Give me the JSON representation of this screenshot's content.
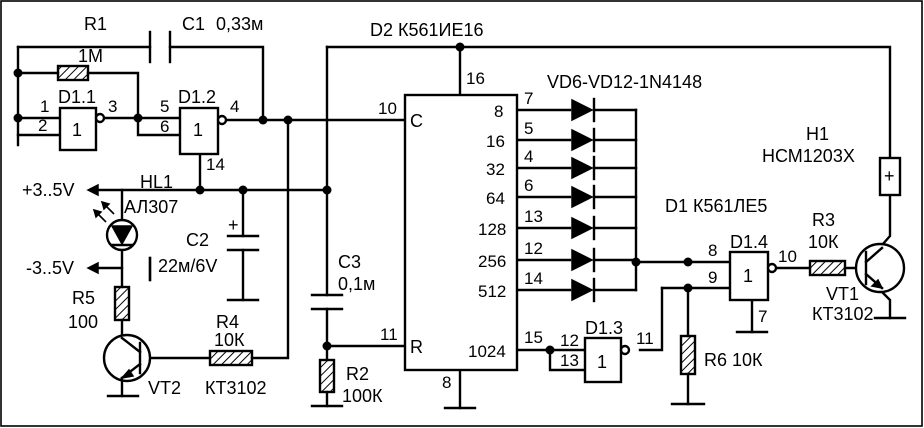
{
  "labels": {
    "r1": "R1",
    "r1_value": "1M",
    "c1": "C1",
    "c1_value": "0,33м",
    "d2": "D2 К561ИЕ16",
    "vd": "VD6-VD12-1N4148",
    "h1": "H1",
    "h1_part": "НСМ1203Х",
    "d1": "D1 К561ЛЕ5",
    "r3": "R3",
    "r3_value": "10К",
    "vt1": "VT1",
    "vt1_part": "КТ3102",
    "supply_pos": "+3..5V",
    "supply_neg": "-3..5V",
    "hl1": "HL1",
    "hl1_part": "АЛ307",
    "c2": "C2",
    "c2_value": "22м/6V",
    "c3": "C3",
    "c3_value": "0,1м",
    "r2": "R2",
    "r2_value": "100К",
    "r4": "R4",
    "r4_value": "10К",
    "r5": "R5",
    "r5_value": "100",
    "vt2": "VT2",
    "vt2_part": "КТ3102",
    "r6": "R6 10К",
    "d11": "D1.1",
    "d12": "D1.2",
    "d13": "D1.3",
    "d14": "D1.4",
    "gate_one": "1",
    "counter_c": "C",
    "counter_r": "R",
    "plus": "+",
    "minus": "-"
  },
  "pins": {
    "p1": "1",
    "p2": "2",
    "p3": "3",
    "p4": "4",
    "p5": "5",
    "p6": "6",
    "p7": "7",
    "p8": "8",
    "p9": "9",
    "p10": "10",
    "p11": "11",
    "p12": "12",
    "p13": "13",
    "p14": "14",
    "p15": "15",
    "p16": "16",
    "q8_pin": "7",
    "q8": "8",
    "q16_pin": "5",
    "q16": "16",
    "q32_pin": "4",
    "q32": "32",
    "q64_pin": "6",
    "q64": "64",
    "q128_pin": "13",
    "q128": "128",
    "q256_pin": "12",
    "q256": "256",
    "q512_pin": "14",
    "q512": "512",
    "q1024_pin": "15",
    "q1024": "1024",
    "d2_gnd": "8"
  }
}
